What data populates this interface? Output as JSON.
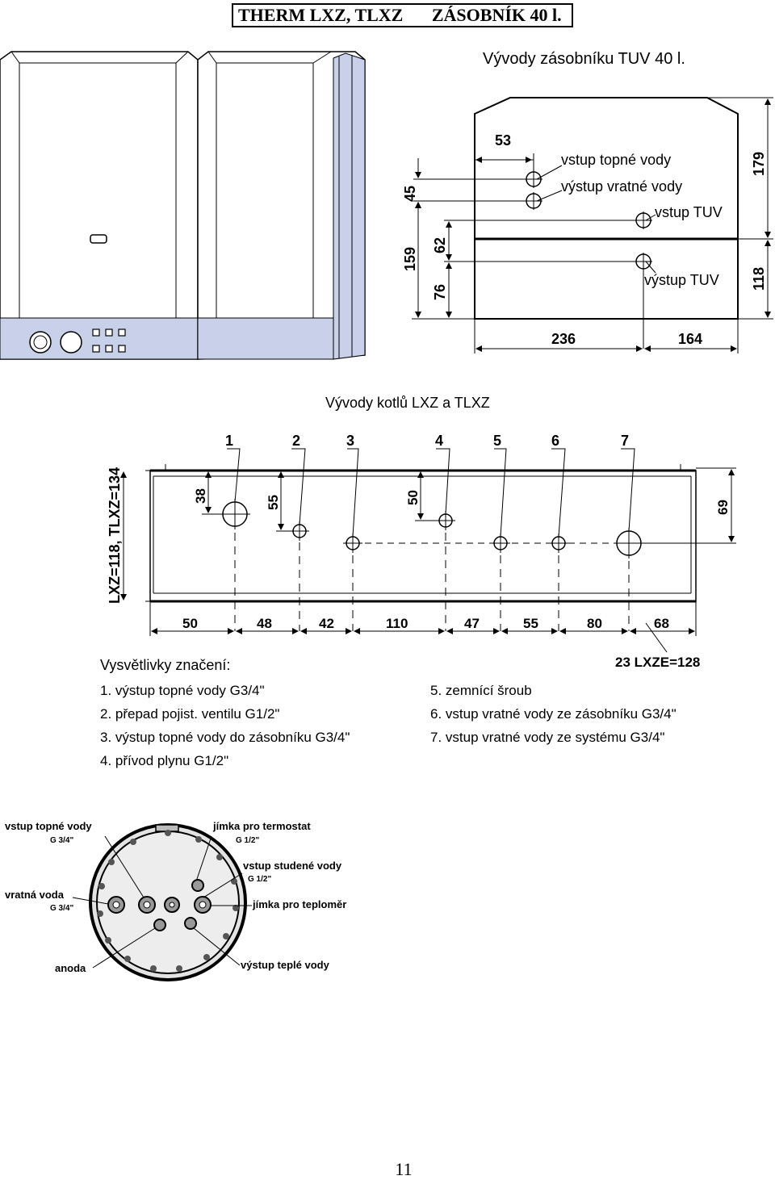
{
  "header": {
    "title_left": "THERM LXZ, TLXZ",
    "title_right": "ZÁSOBNÍK 40 l."
  },
  "tank": {
    "title": "Vývody zásobníku TUV 40 l.",
    "labels": [
      "vstup topné vody",
      "výstup vratné vody",
      "vstup TUV",
      "výstup TUV"
    ],
    "dims": {
      "top": "53",
      "left_upper": "45",
      "left_outer": "159",
      "left_mid": "62",
      "left_lower": "76",
      "right_upper": "179",
      "right_lower": "118",
      "bottom_left": "236",
      "bottom_right": "164"
    }
  },
  "boiler": {
    "title": "Vývody kotlů LXZ a TLXZ",
    "numbers": [
      "1",
      "2",
      "3",
      "4",
      "5",
      "6",
      "7"
    ],
    "height_label": "LXZ=118, TLXZ=134",
    "vdims": [
      "38",
      "55",
      "50",
      "69"
    ],
    "hdims": [
      "50",
      "48",
      "42",
      "110",
      "47",
      "55",
      "80",
      "68"
    ],
    "extra": "23 LXZE=128"
  },
  "legend": {
    "title": "Vysvětlivky značení:",
    "left": [
      "1. výstup topné vody G3/4\"",
      "2. přepad pojist. ventilu G1/2\"",
      "3. výstup topné vody do zásobníku G3/4\"",
      "4. přívod plynu G1/2\""
    ],
    "right": [
      "5. zemnící šroub",
      "6. vstup vratné vody ze zásobníku G3/4\"",
      "7. vstup vratné vody ze systému G3/4\""
    ]
  },
  "flange": {
    "labels": {
      "in_heat": "vstup topné vody",
      "in_heat_g": "G 3/4\"",
      "thermostat": "jímka pro termostat",
      "thermostat_g": "G 1/2\"",
      "cold": "vstup studené vody",
      "cold_g": "G 1/2\"",
      "return": "vratná voda",
      "return_g": "G 3/4\"",
      "thermometer": "jímka pro teploměr",
      "anode": "anoda",
      "hot_out": "výstup teplé vody"
    }
  },
  "page_number": "11"
}
